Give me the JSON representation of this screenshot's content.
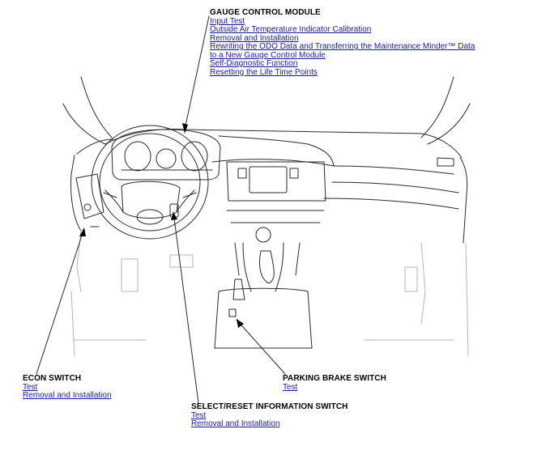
{
  "callouts": {
    "gauge_control_module": {
      "title": "GAUGE CONTROL MODULE",
      "links": [
        "Input Test",
        "Outside Air Temperature Indicator Calibration",
        "Removal and Installation",
        "Rewriting the ODO Data and Transferring the Maintenance Minder™ Data",
        "to a New Gauge Control Module",
        "Self-Diagnostic Function",
        "Resetting the Life Time Points"
      ]
    },
    "econ_switch": {
      "title": "ECON SWITCH",
      "links": [
        "Test",
        "Removal and Installation"
      ]
    },
    "parking_brake_switch": {
      "title": "PARKING BRAKE SWITCH",
      "links": [
        "Test"
      ]
    },
    "select_reset_information_switch": {
      "title": "SELECT/RESET INFORMATION SWITCH",
      "links": [
        "Test",
        "Removal and Installation"
      ]
    }
  },
  "colors": {
    "link": "#1a1aa6",
    "line_art": "#2b2b2b",
    "faint_line_art": "#b5b5b5"
  }
}
